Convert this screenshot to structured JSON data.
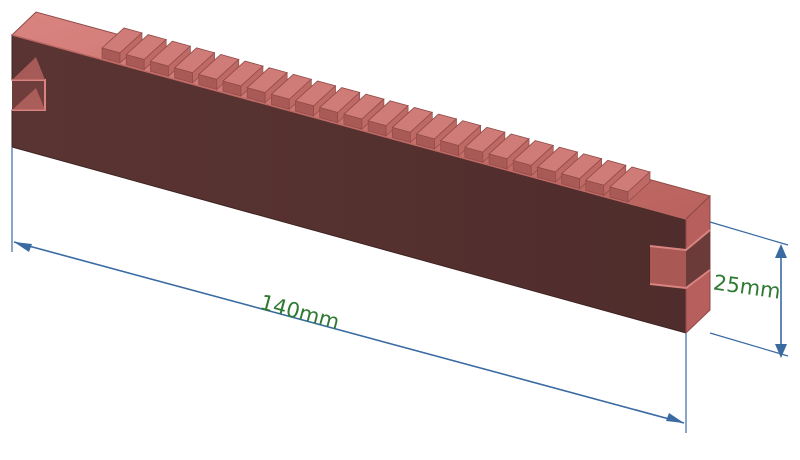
{
  "diagram": {
    "part_name": "",
    "colors": {
      "top_face": "#c6706c",
      "top_face_highlight": "#d98480",
      "front_face": "#553130",
      "end_face": "#b75f5c",
      "edge": "#8f4a47",
      "dimension_line": "#3a6aa2",
      "dimension_text": "#2f7a32"
    },
    "features": {
      "tooth_count": 22,
      "left_end_slot": true,
      "right_end_slot": true
    },
    "dimensions": {
      "length": {
        "label": "140mm",
        "value": 140,
        "unit": "mm"
      },
      "height": {
        "label": "25mm",
        "value": 25,
        "unit": "mm"
      }
    }
  }
}
